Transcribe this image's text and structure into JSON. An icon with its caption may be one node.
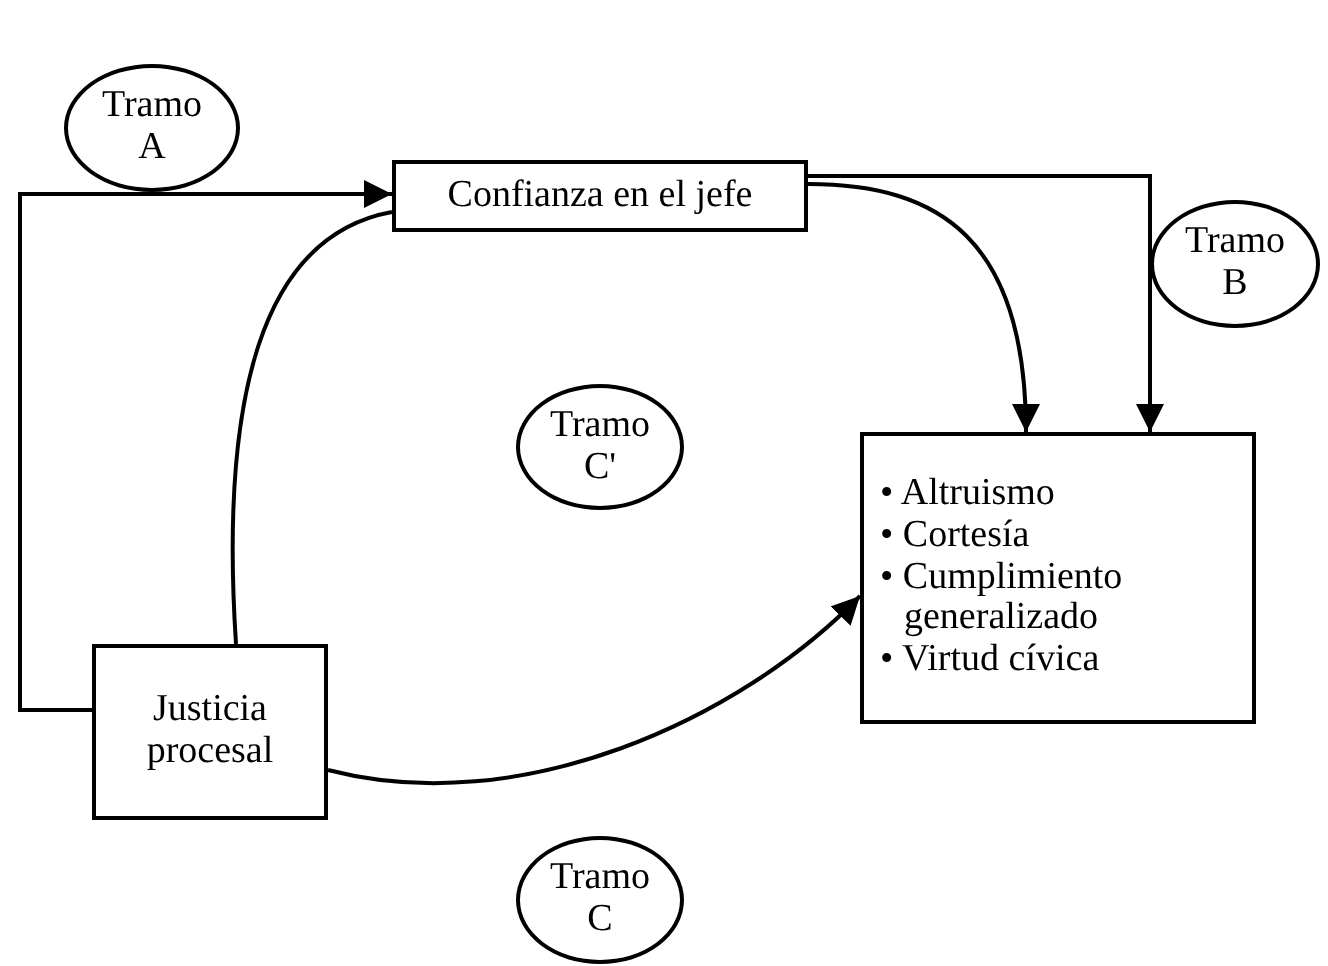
{
  "diagram": {
    "nodes": [
      {
        "text": [
          "Tramo A"
        ]
      },
      {
        "text": [
          "Confianza en el jefe"
        ]
      },
      {
        "text": [
          "Tramo B"
        ]
      },
      {
        "text": [
          "Tramo C'"
        ]
      },
      {
        "text": [
          "• Altruismo",
          "• Cortesía",
          "• Cumplimiento generalizado",
          "• Virtud cívica"
        ]
      },
      {
        "text": [
          "Justicia procesal"
        ]
      },
      {
        "text": [
          "Tramo C"
        ]
      }
    ],
    "edges": [
      {
        "from": 5,
        "to": 1,
        "arrow": "to"
      },
      {
        "from": 5,
        "to": 1,
        "arrow": "none"
      },
      {
        "from": 1,
        "to": 4,
        "arrow": "to"
      },
      {
        "from": 1,
        "to": 4,
        "arrow": "to"
      },
      {
        "from": 5,
        "to": 4,
        "arrow": "to"
      }
    ]
  }
}
